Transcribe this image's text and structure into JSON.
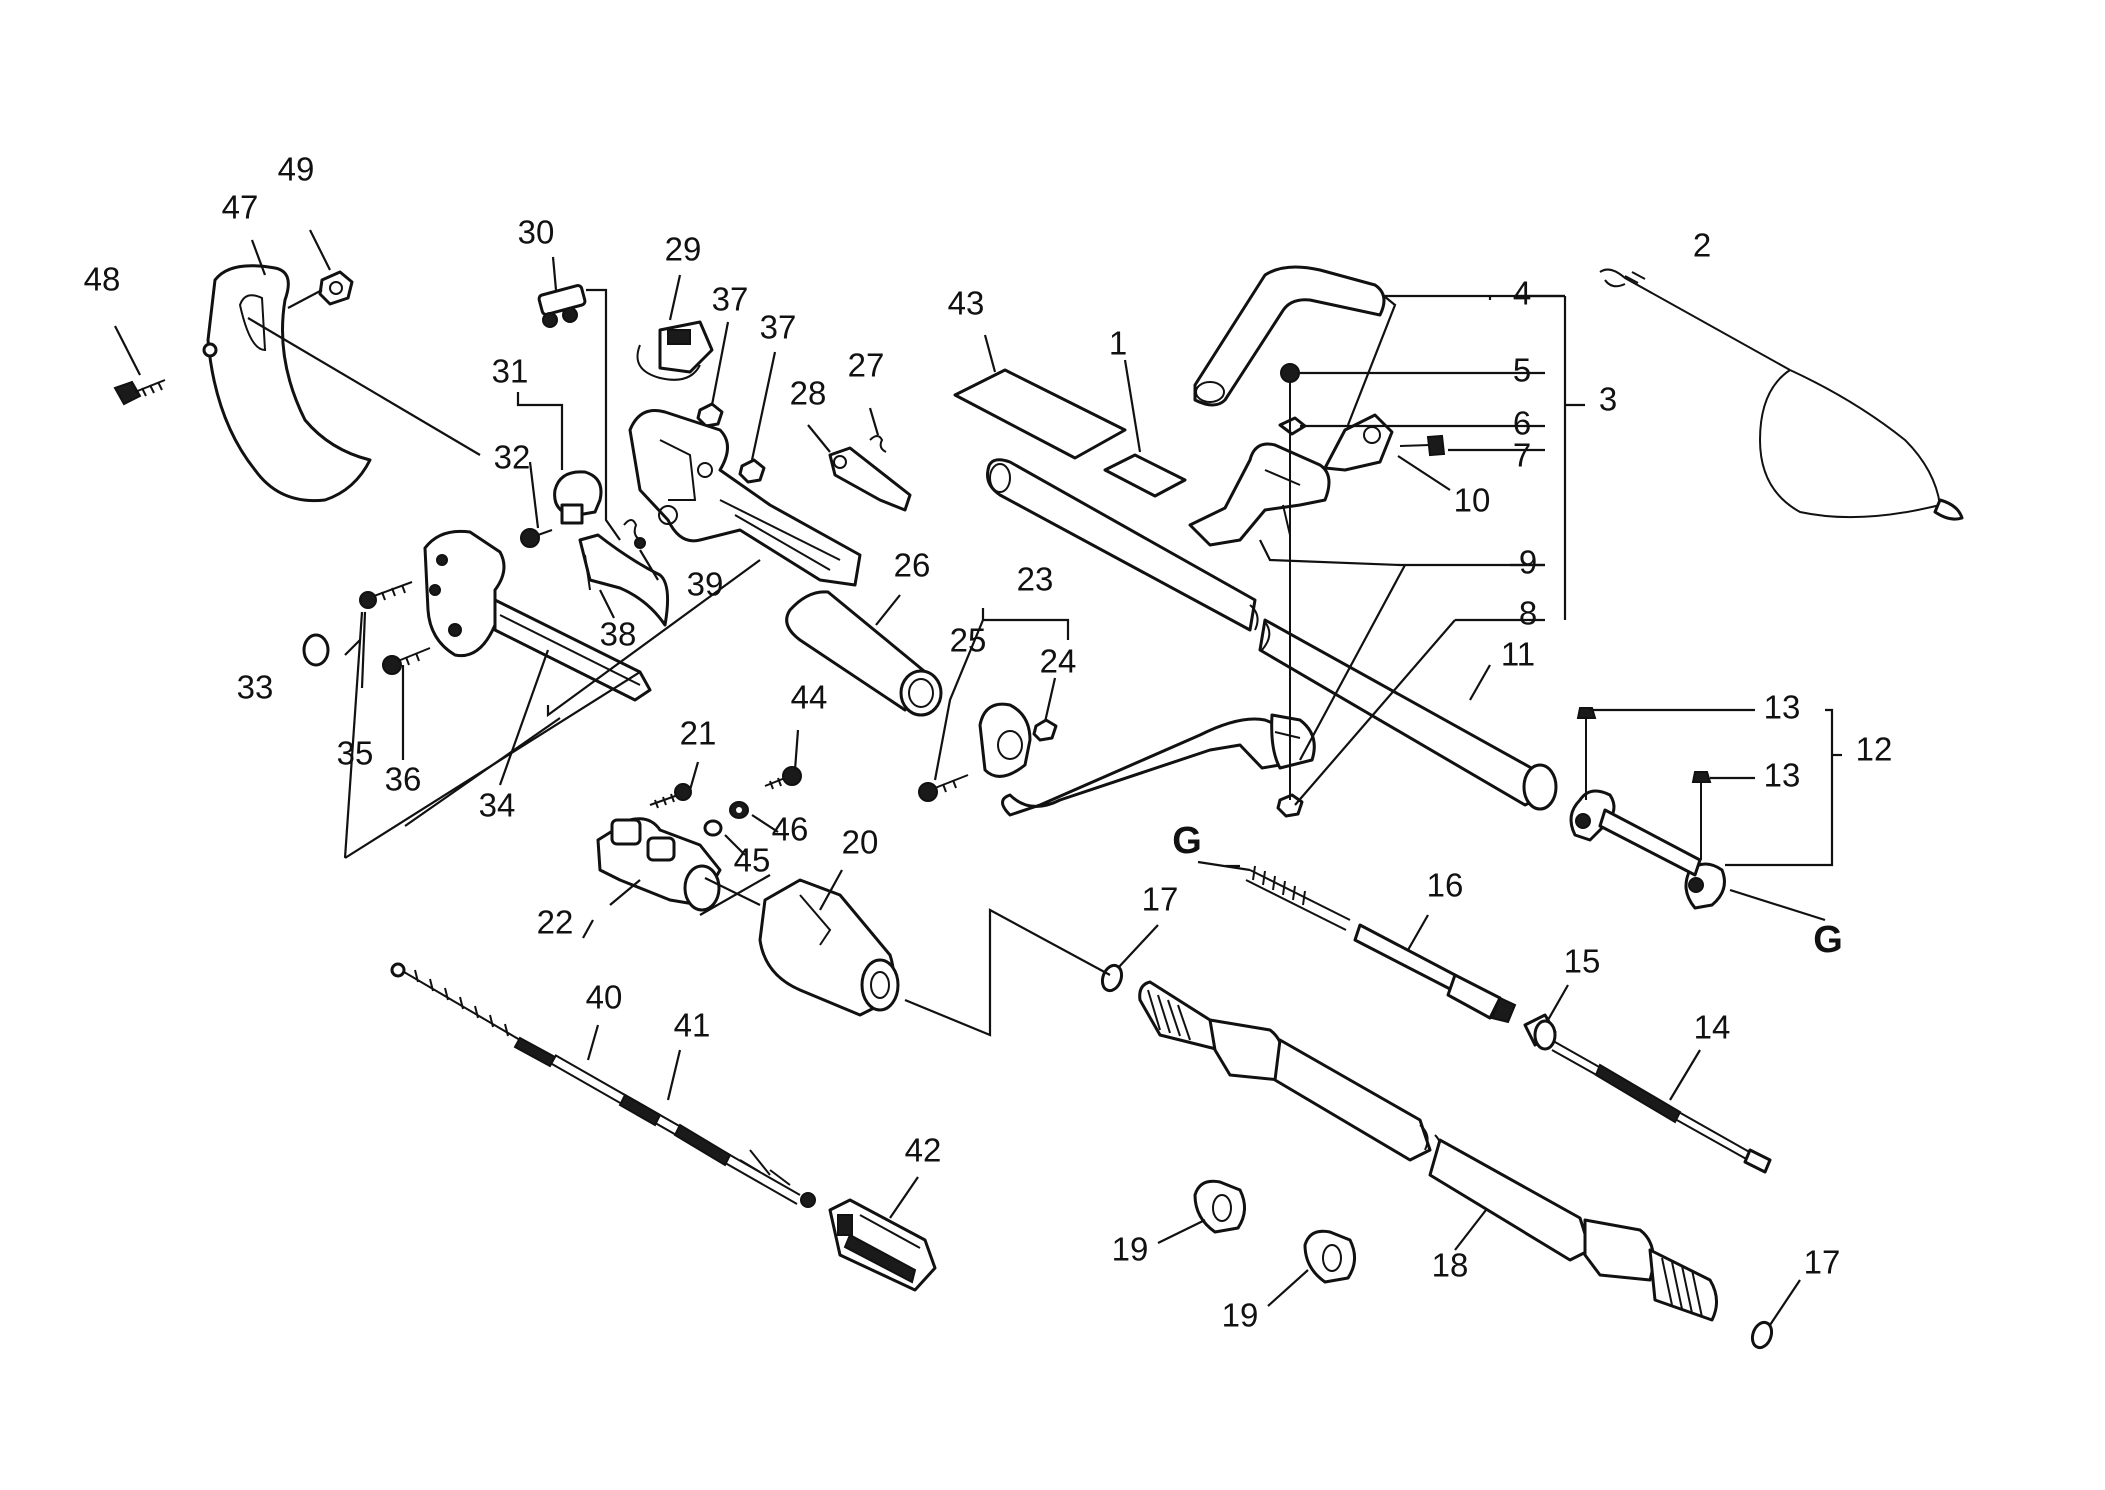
{
  "labels": {
    "p1": "1",
    "p2": "2",
    "p3": "3",
    "p4": "4",
    "p5": "5",
    "p6": "6",
    "p7": "7",
    "p8": "8",
    "p9": "9",
    "p10": "10",
    "p11": "11",
    "p12": "12",
    "p13a": "13",
    "p13b": "13",
    "p14": "14",
    "p15": "15",
    "p16": "16",
    "p17a": "17",
    "p17b": "17",
    "p18": "18",
    "p19a": "19",
    "p19b": "19",
    "p20": "20",
    "p21": "21",
    "p22": "22",
    "p23": "23",
    "p24": "24",
    "p25": "25",
    "p26": "26",
    "p27": "27",
    "p28": "28",
    "p29": "29",
    "p30": "30",
    "p31": "31",
    "p32": "32",
    "p33": "33",
    "p34": "34",
    "p35": "35",
    "p36": "36",
    "p37a": "37",
    "p37b": "37",
    "p38": "38",
    "p39": "39",
    "p40": "40",
    "p41": "41",
    "p42": "42",
    "p43": "43",
    "p44": "44",
    "p45": "45",
    "p46": "46",
    "p47": "47",
    "p48": "48",
    "p49": "49",
    "ga": "G",
    "gb": "G"
  }
}
